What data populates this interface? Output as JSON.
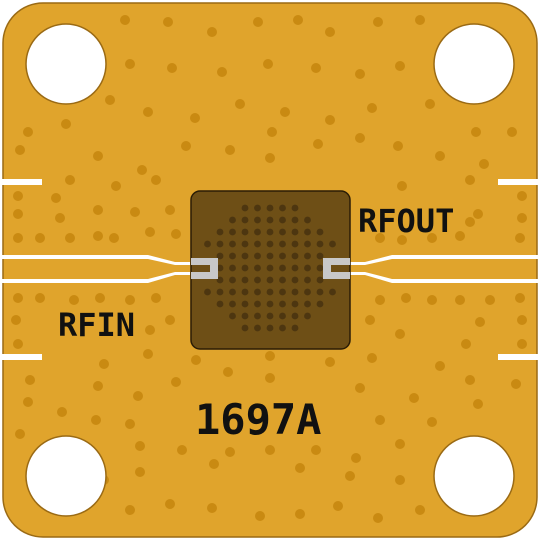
{
  "board": {
    "colors": {
      "substrate": "#e0a42c",
      "substrate_edge": "#9a6a14",
      "via": "#c98a12",
      "trace": "#ffffff",
      "chip_fill": "#6e4f16",
      "chip_edge": "#2b1d06",
      "chip_pad": "#c8c8c8",
      "chip_via": "#4d3610"
    },
    "labels": {
      "rf_out": "RFOUT",
      "rf_in": "RFIN",
      "part_number": "1697A"
    }
  }
}
